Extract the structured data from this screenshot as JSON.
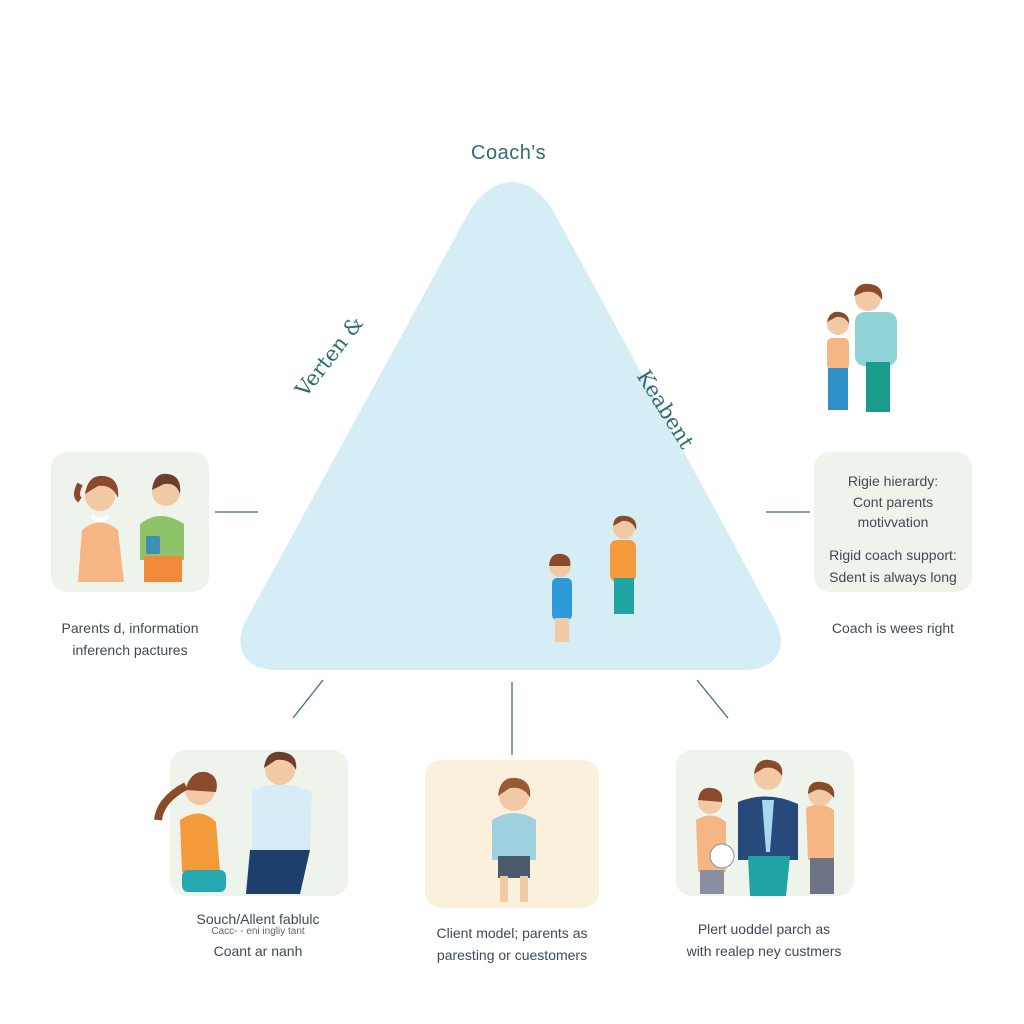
{
  "diagram": {
    "title": "Coach's",
    "left_edge_label": "Verten &",
    "right_edge_label": "Keabent",
    "colors": {
      "triangle_fill": "#d5edf5",
      "title_teal": "#2c6e72",
      "card_green": "#eef4ec",
      "card_cream": "#fbf0dc",
      "connector": "#3f6b85"
    },
    "left_card": {
      "caption_lines": [
        "Parents d, information",
        "inferench pactures"
      ]
    },
    "right_card": {
      "lines": [
        "Rigie hierardy:",
        "Cont parents",
        "motivvation",
        "Rigid coach support:",
        "Sdent is always long"
      ],
      "caption": "Coach is wees right"
    },
    "bottom_left_card": {
      "caption_main": "Souch/Allent fablulc",
      "caption_small": "Cacc- - eni ingliy tant",
      "caption_sub": "Coant ar nanh"
    },
    "bottom_center_card": {
      "caption_lines": [
        "Client model; parents as",
        "paresting or cuestomers"
      ]
    },
    "bottom_right_card": {
      "caption_lines": [
        "Plert uoddel parch as",
        "with realep ney custmers"
      ]
    }
  }
}
